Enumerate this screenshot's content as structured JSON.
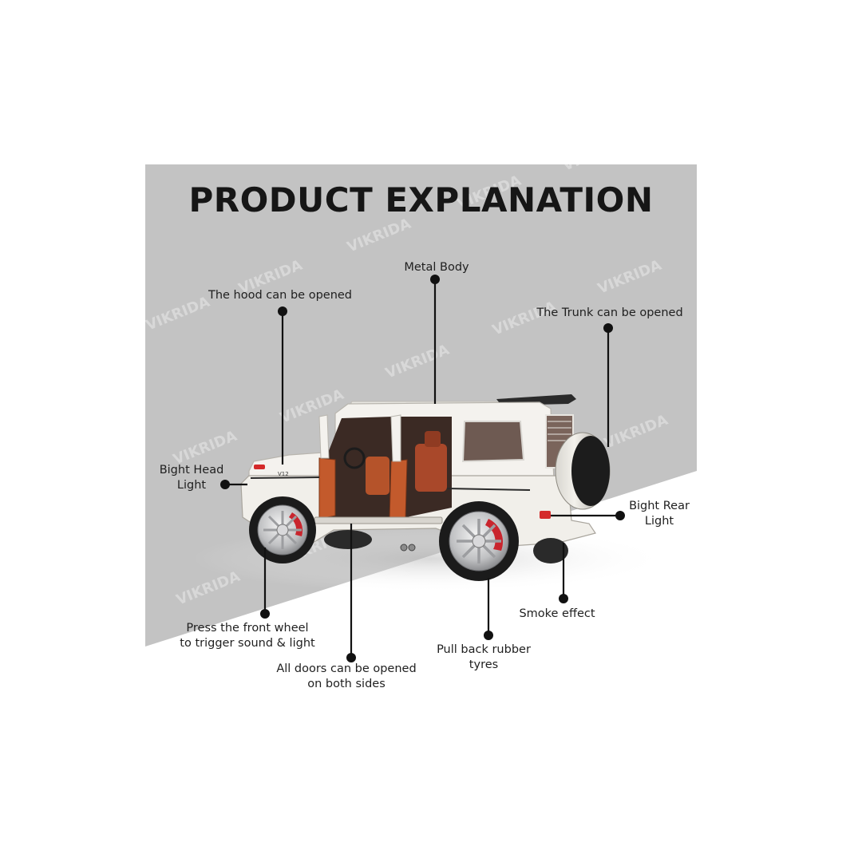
{
  "heading": "PRODUCT EXPLANATION",
  "watermark": "VIKRIDA",
  "colors": {
    "panel": "#c3c3c3",
    "car_body": "#f4f2ee",
    "interior": "#b5532a",
    "brake": "#c9252d",
    "leader_line": "#111111"
  },
  "product": {
    "badge": "V12"
  },
  "callouts": [
    {
      "id": "metal-body",
      "text": "Metal Body"
    },
    {
      "id": "hood",
      "text": "The hood can be opened"
    },
    {
      "id": "trunk",
      "text": "The Trunk can be opened"
    },
    {
      "id": "head-light",
      "text": "Bight Head\nLight"
    },
    {
      "id": "rear-light",
      "text": "Bight Rear\nLight"
    },
    {
      "id": "front-wheel",
      "text": "Press the front wheel\nto trigger sound & light"
    },
    {
      "id": "doors",
      "text": "All doors can be opened\non both sides"
    },
    {
      "id": "tyres",
      "text": "Pull back rubber\ntyres"
    },
    {
      "id": "smoke",
      "text": "Smoke effect"
    }
  ]
}
